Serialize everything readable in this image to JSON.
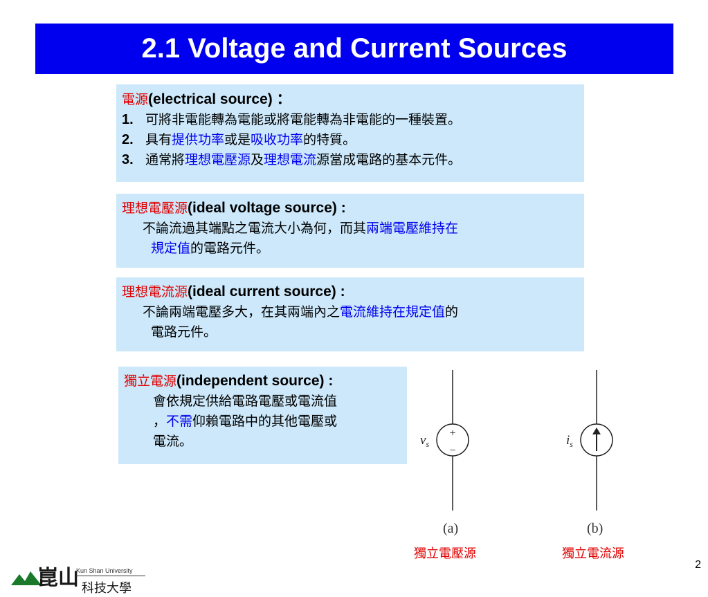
{
  "title": "2.1 Voltage and Current Sources",
  "box1": {
    "head_cn": "電源",
    "head_en": "(electrical source) ：",
    "items": [
      {
        "num": "1.",
        "text": "可將非電能轉為電能或將電能轉為非電能的一種裝置。"
      },
      {
        "num": "2.",
        "pre": "具有",
        "b1": "提供功率",
        "mid": "或是",
        "b2": "吸收功率",
        "post": "的特質。"
      },
      {
        "num": "3.",
        "pre": "通常將",
        "b1": "理想電壓源",
        "mid": "及",
        "b2": "理想電流",
        "post": "源當成電路的基本元件。"
      }
    ]
  },
  "box2": {
    "head_cn": "理想電壓源",
    "head_en": "(ideal voltage source) :",
    "line1_pre": "不論流過其端點之電流大小為何，而其",
    "line1_blue": "兩端電壓維持在",
    "line2_blue": "規定值",
    "line2_post": "的電路元件。"
  },
  "box3": {
    "head_cn": "理想電流源",
    "head_en": "(ideal current source) :",
    "line1_pre": "不論兩端電壓多大，在其兩端內之",
    "line1_blue": "電流維持在規定值",
    "line1_post": "的",
    "line2": "電路元件。"
  },
  "box4": {
    "head_cn": "獨立電源",
    "head_en": "(independent source) :",
    "line1": "會依規定供給電路電壓或電流值",
    "line2_pre": "，",
    "line2_blue": "不需",
    "line2_post": "仰賴電路中的其他電壓或",
    "line3": "電流。"
  },
  "figure": {
    "a_label": "v",
    "a_sub": "s",
    "b_label": "i",
    "b_sub": "s",
    "plus": "+",
    "minus": "−",
    "cap_a": "(a)",
    "cap_b": "(b)",
    "cn_a": "獨立電壓源",
    "cn_b": "獨立電流源"
  },
  "page_number": "2",
  "logo": {
    "en": "Kun Shan University",
    "cn_big": "崑山",
    "cn_small": "科技大學"
  }
}
